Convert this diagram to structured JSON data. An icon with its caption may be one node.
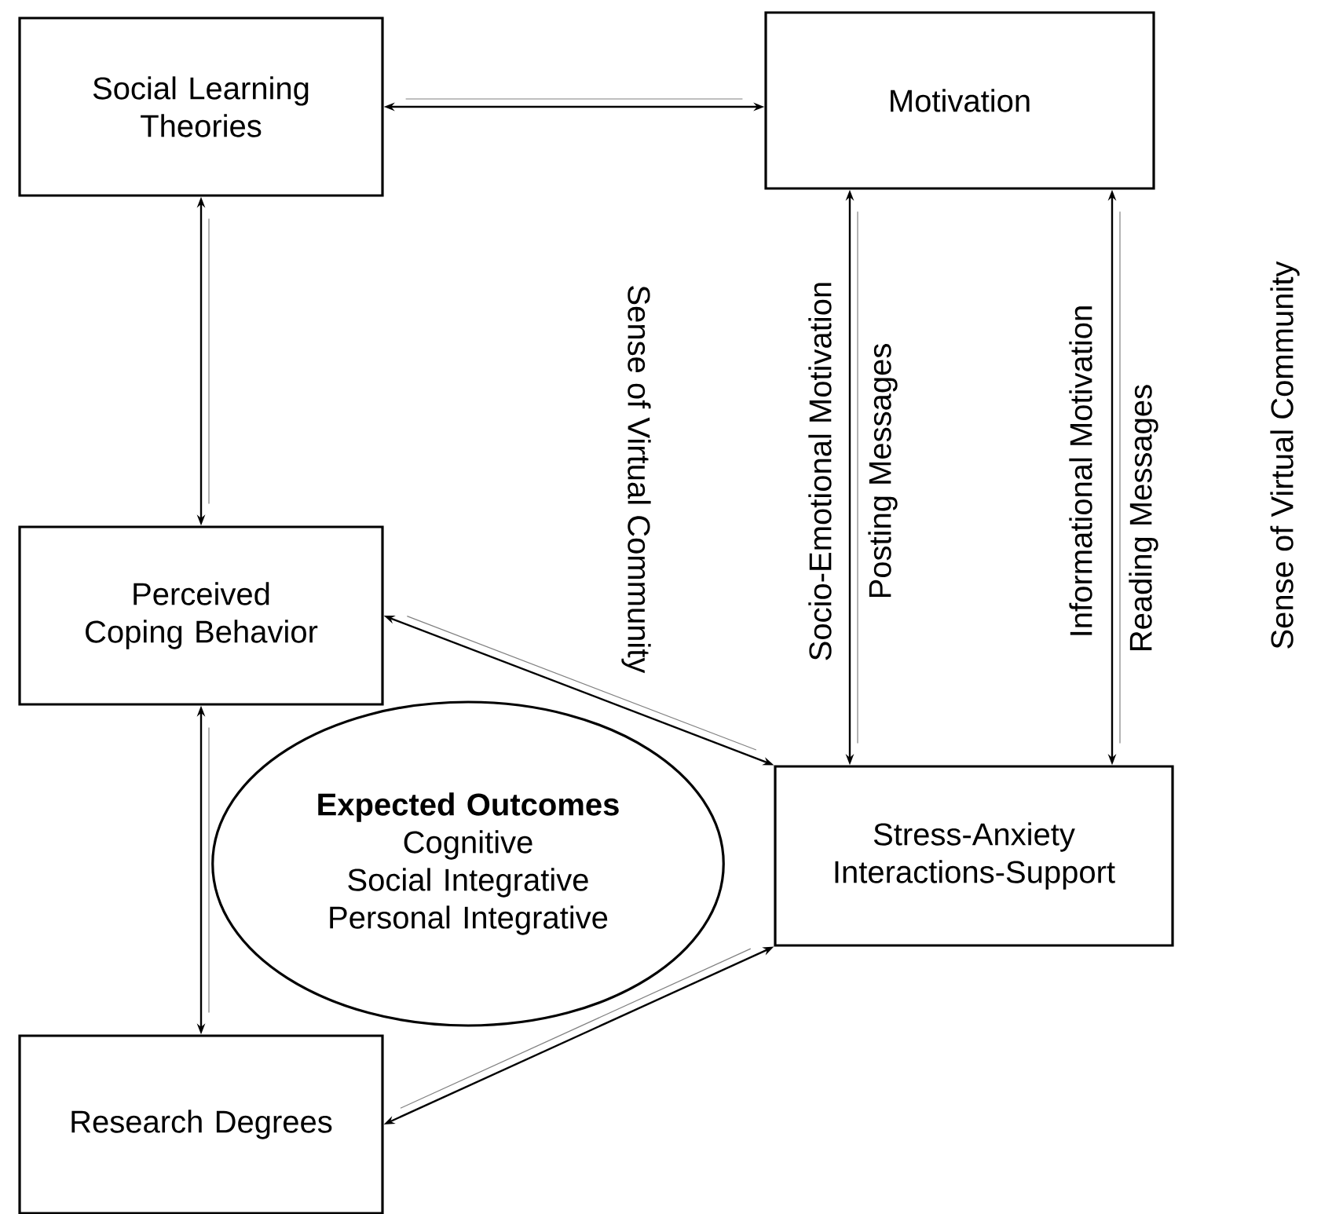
{
  "diagram": {
    "nodes": [
      {
        "text": [
          "Social Learning Theories"
        ]
      },
      {
        "text": [
          "Motivation"
        ]
      },
      {
        "text": [
          "Perceived Coping Behavior"
        ]
      },
      {
        "text": [
          "Expected Outcomes",
          "Cognitive",
          "Social Integrative",
          "Personal Integrative"
        ]
      },
      {
        "text": [
          "Stress-Anxiety Interactions-Support"
        ]
      },
      {
        "text": [
          "Research Degrees"
        ]
      }
    ],
    "edges": [
      {
        "from": 0,
        "to": 1,
        "arrow": "both"
      },
      {
        "from": 0,
        "to": 2,
        "arrow": "both"
      },
      {
        "from": 2,
        "to": 5,
        "arrow": "both"
      },
      {
        "from": 2,
        "to": 4,
        "arrow": "both"
      },
      {
        "from": 5,
        "to": 4,
        "arrow": "both"
      },
      {
        "from": 1,
        "to": 4,
        "arrow": "both",
        "label": "Socio-Emotional Motivation"
      },
      {
        "from": 1,
        "to": 4,
        "arrow": "both",
        "label": "Informational Motivation"
      }
    ],
    "labels": [
      "Sense of Virtual Community",
      "Posting Messages",
      "Reading Messages",
      "Sense of Virtual Community"
    ]
  }
}
